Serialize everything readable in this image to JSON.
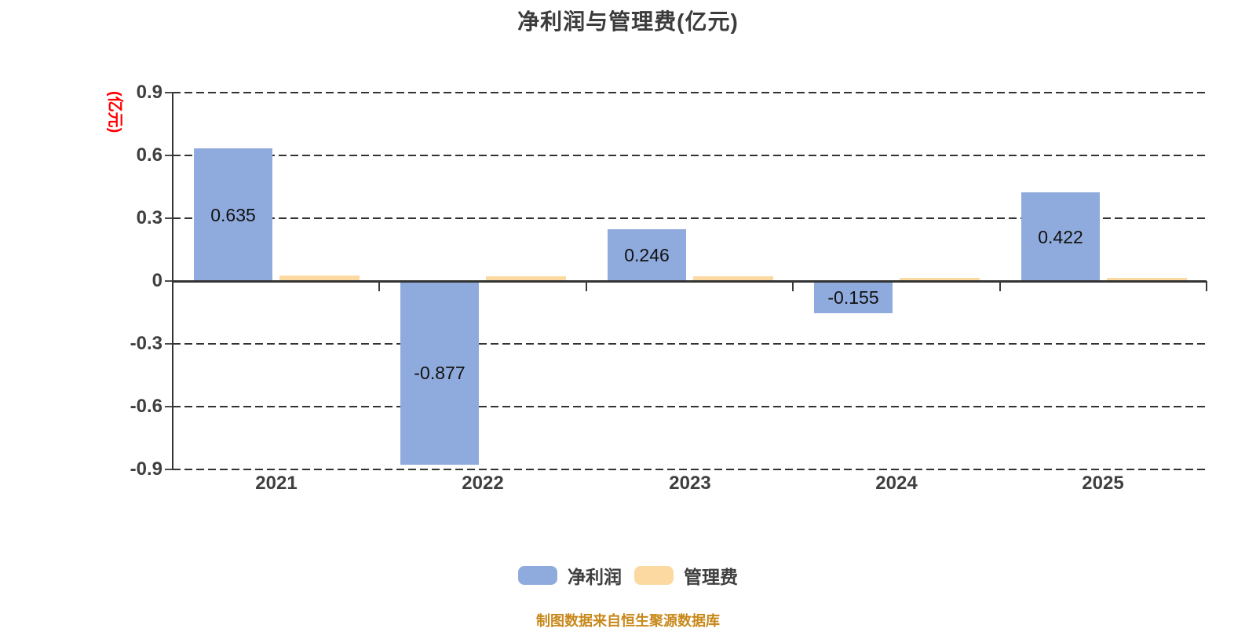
{
  "title": "净利润与管理费(亿元)",
  "y_axis": {
    "unit_label": "(亿元)",
    "ticks": [
      0.9,
      0.6,
      0.3,
      0,
      -0.3,
      -0.6,
      -0.9
    ],
    "tick_labels": [
      "0.9",
      "0.6",
      "0.3",
      "0",
      "-0.3",
      "-0.6",
      "-0.9"
    ]
  },
  "chart_data": {
    "type": "bar",
    "categories": [
      "2021",
      "2022",
      "2023",
      "2024",
      "2025"
    ],
    "series": [
      {
        "name": "净利润",
        "color": "#8FAADC",
        "values": [
          0.635,
          -0.877,
          0.246,
          -0.155,
          0.422
        ],
        "labels": [
          "0.635",
          "-0.877",
          "0.246",
          "-0.155",
          "0.422"
        ]
      },
      {
        "name": "管理费",
        "color": "#FCD9A0",
        "values": [
          0.026,
          0.024,
          0.022,
          0.016,
          0.015
        ],
        "labels": []
      }
    ],
    "ylim": [
      -0.9,
      0.9
    ],
    "grid": "horizontal-dashed",
    "legend_position": "bottom",
    "xlabel": "",
    "ylabel": "(亿元)"
  },
  "source_note": "制图数据来自恒生聚源数据库",
  "colors": {
    "grid": "#333333",
    "axis": "#333333",
    "title_text": "#3c3c3c",
    "tick_text": "#3f3f3f",
    "bar_label_text": "#111111",
    "unit_label_text": "#fe0000",
    "source_text": "#c8881a"
  }
}
